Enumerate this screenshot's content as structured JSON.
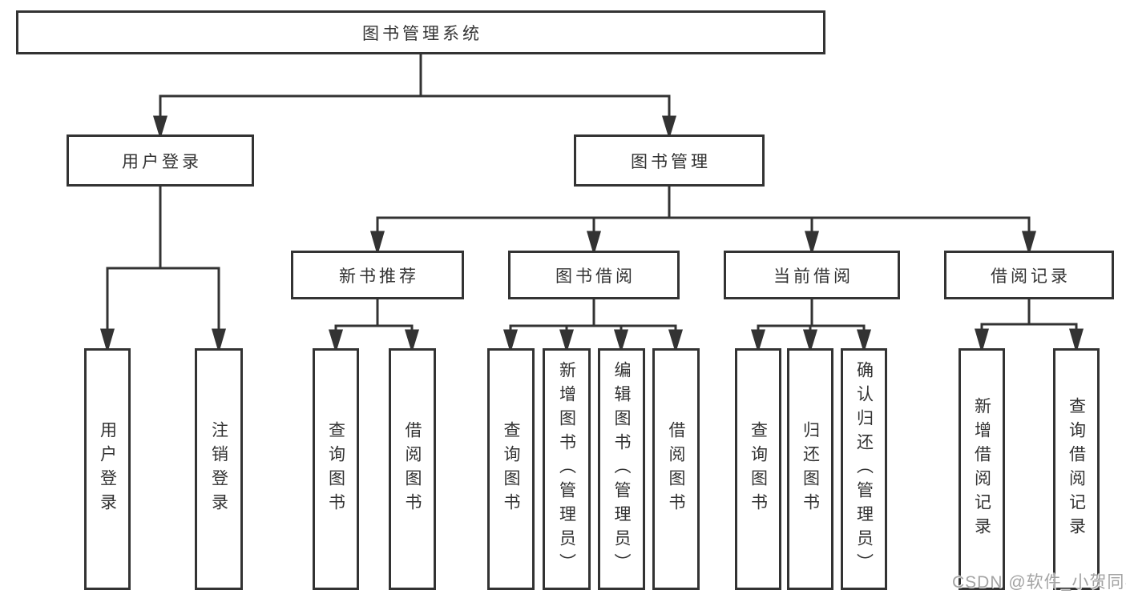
{
  "meta": {
    "background_color": "#ffffff",
    "line_color": "#333333",
    "text_color": "#333333",
    "watermark_color": "#9e9e9e",
    "diagram_type": "hierarchy-tree"
  },
  "nodes": {
    "root": "图书管理系统",
    "user_login": "用户登录",
    "book_mgmt": "图书管理",
    "new_book_rec": "新书推荐",
    "book_borrow": "图书借阅",
    "current_borrow": "当前借阅",
    "borrow_records": "借阅记录",
    "leaf_user_login": "用户登录",
    "leaf_logout": "注销登录",
    "leaf_query_book_rec": "查询图书",
    "leaf_borrow_book_rec": "借阅图书",
    "leaf_query_book_borrow": "查询图书",
    "leaf_add_book": "新增图书（管理员）",
    "leaf_edit_book": "编辑图书（管理员）",
    "leaf_borrow_book_borrow": "借阅图书",
    "leaf_query_book_current": "查询图书",
    "leaf_return_book": "归还图书",
    "leaf_confirm_return": "确认归还（管理员）",
    "leaf_add_record": "新增借阅记录",
    "leaf_query_record": "查询借阅记录"
  },
  "watermark": "CSDN @软件_小贺同学"
}
